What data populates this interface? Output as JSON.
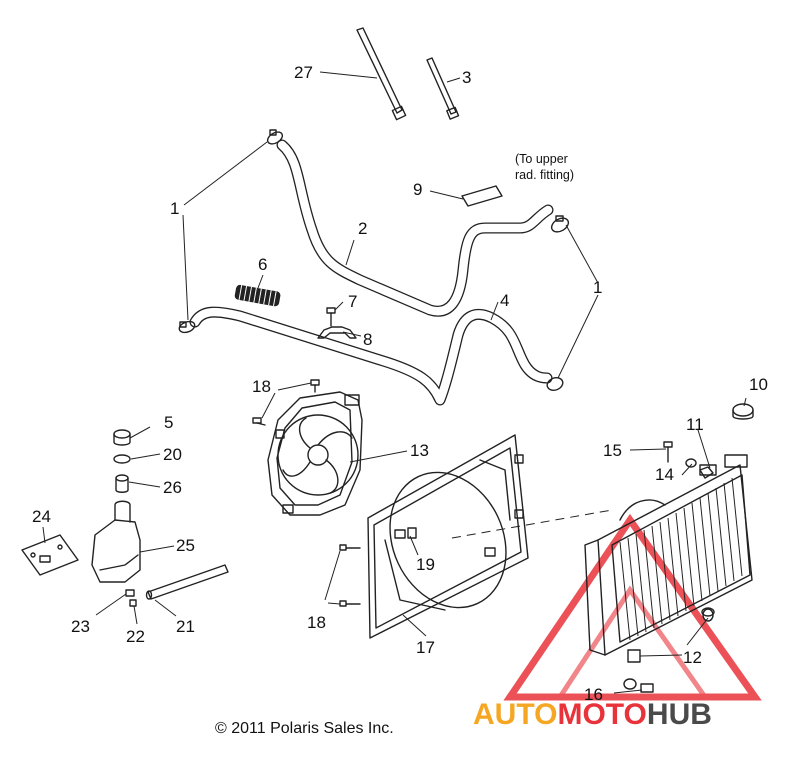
{
  "callouts": {
    "c1a": "1",
    "c1b": "1",
    "c2": "2",
    "c3": "3",
    "c4": "4",
    "c5": "5",
    "c6": "6",
    "c7": "7",
    "c8": "8",
    "c9": "9",
    "c10": "10",
    "c11": "11",
    "c12": "12",
    "c13": "13",
    "c14": "14",
    "c15": "15",
    "c16": "16",
    "c17": "17",
    "c18a": "18",
    "c18b": "18",
    "c19": "19",
    "c20": "20",
    "c21": "21",
    "c22": "22",
    "c23": "23",
    "c24": "24",
    "c25": "25",
    "c26": "26",
    "c27": "27"
  },
  "note": {
    "line1": "(To upper",
    "line2": "rad. fitting)"
  },
  "copyright": "© 2011 Polaris Sales Inc.",
  "watermark": {
    "part1": "AUTO",
    "part2": "MOTO",
    "part3": "HUB"
  },
  "colors": {
    "watermark_red": "#e8333a",
    "watermark_orange": "#f5a623",
    "watermark_gray": "#4a4a4a",
    "line": "#222222"
  }
}
